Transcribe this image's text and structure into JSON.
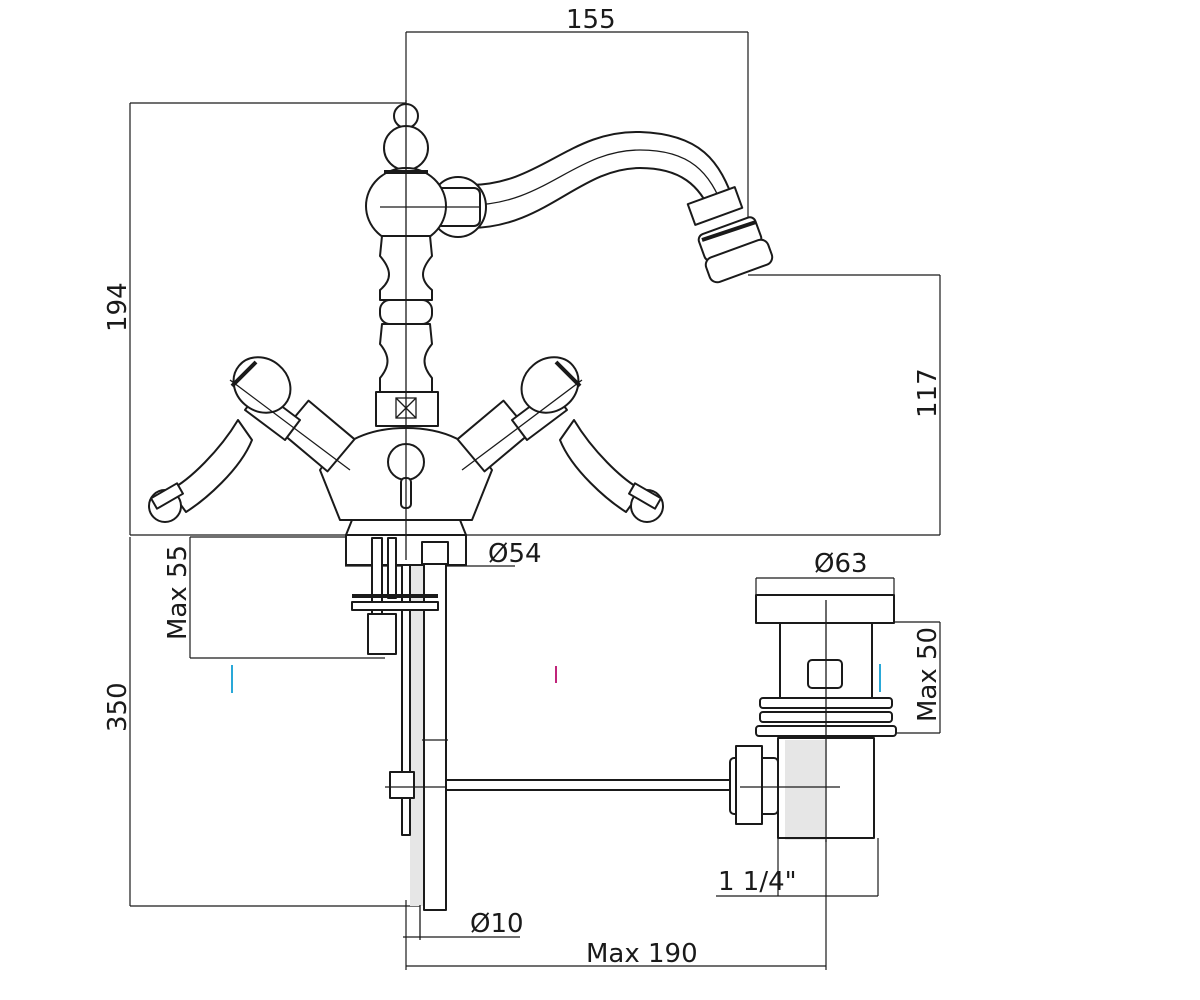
{
  "dimensions": {
    "spout_reach": "155",
    "total_height": "194",
    "spout_height": "117",
    "base_diameter": "Ø54",
    "max_55": "Max 55",
    "length_350": "350",
    "waste_diameter": "Ø63",
    "max_50": "Max 50",
    "thread": "1 1/4\"",
    "rod_diameter": "Ø10",
    "max_190": "Max 190"
  },
  "colors": {
    "line": "#1a1a1a",
    "shade": "#e6e6e6",
    "marker_cyan": "#29a8d8",
    "marker_magenta": "#c0247a"
  }
}
